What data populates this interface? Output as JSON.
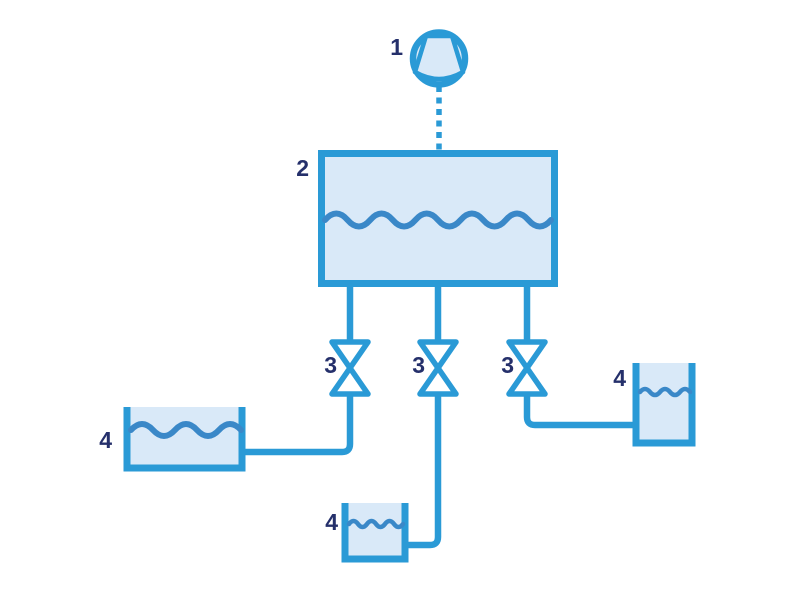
{
  "colors": {
    "stroke": "#2a9ad6",
    "wave": "#3a88c8",
    "fill": "#d9e9f8",
    "valve_fill": "#ffffff",
    "label": "#25306b",
    "background": "#ffffff"
  },
  "icons": {
    "pump": "fan-pump-icon",
    "tank": "storage-tank-icon",
    "valve": "gate-valve-icon",
    "container": "open-container-icon"
  },
  "pump": {
    "label": "1"
  },
  "tank": {
    "label": "2"
  },
  "valves": [
    {
      "label": "3"
    },
    {
      "label": "3"
    },
    {
      "label": "3"
    }
  ],
  "containers": [
    {
      "label": "4"
    },
    {
      "label": "4"
    },
    {
      "label": "4"
    }
  ]
}
